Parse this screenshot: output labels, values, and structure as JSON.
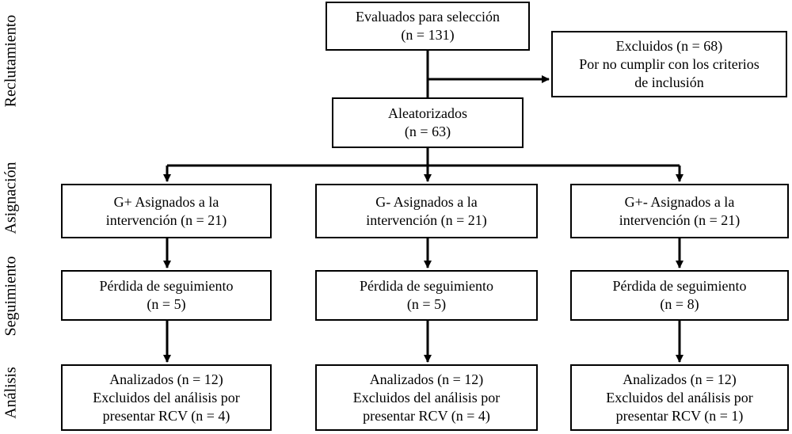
{
  "phases": {
    "reclutamiento": "Reclutamiento",
    "asignacion": "Asignación",
    "seguimiento": "Seguimiento",
    "analisis": "Análisis"
  },
  "evaluated": {
    "line1": "Evaluados para selección",
    "line2": "(n = 131)"
  },
  "excluded": {
    "line1": "Excluidos (n = 68)",
    "line2": "Por no cumplir con los criterios",
    "line3": "de inclusión"
  },
  "randomized": {
    "line1": "Aleatorizados",
    "line2": "(n = 63)"
  },
  "groups": [
    {
      "assigned": {
        "line1": "G+ Asignados a la",
        "line2": "intervención (n = 21)"
      },
      "lost": {
        "line1": "Pérdida de seguimiento",
        "line2": "(n = 5)"
      },
      "analyzed": {
        "line1": "Analizados (n = 12)",
        "line2": "Excluidos del análisis por",
        "line3": "presentar RCV (n = 4)"
      }
    },
    {
      "assigned": {
        "line1": "G- Asignados a la",
        "line2": "intervención (n = 21)"
      },
      "lost": {
        "line1": "Pérdida de seguimiento",
        "line2": "(n = 5)"
      },
      "analyzed": {
        "line1": "Analizados (n = 12)",
        "line2": "Excluidos del análisis por",
        "line3": "presentar RCV (n = 4)"
      }
    },
    {
      "assigned": {
        "line1": "G+- Asignados a la",
        "line2": "intervención (n = 21)"
      },
      "lost": {
        "line1": "Pérdida de seguimiento",
        "line2": "(n = 8)"
      },
      "analyzed": {
        "line1": "Analizados (n = 12)",
        "line2": "Excluidos del análisis por",
        "line3": "presentar RCV (n = 1)"
      }
    }
  ]
}
